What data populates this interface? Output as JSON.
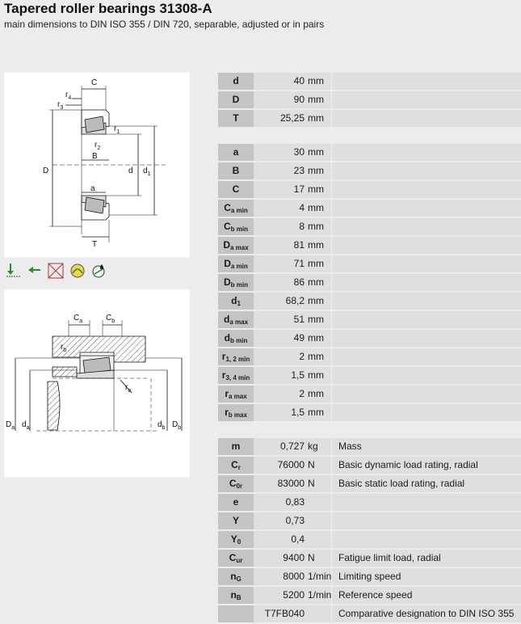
{
  "header": {
    "title": "Tapered roller bearings 31308-A",
    "subtitle": "main dimensions to DIN ISO 355 / DIN 720, separable, adjusted or in pairs"
  },
  "figure1": {
    "labels": {
      "C": "C",
      "r4": "r",
      "r4s": "4",
      "r3": "r",
      "r3s": "3",
      "r1": "r",
      "r1s": "1",
      "r2": "r",
      "r2s": "2",
      "B": "B",
      "D": "D",
      "d": "d",
      "d1": "d",
      "d1s": "1",
      "a": "a",
      "T": "T"
    }
  },
  "figure2": {
    "labels": {
      "Ca": "C",
      "Cas": "a",
      "Cb": "C",
      "Cbs": "b",
      "rb": "r",
      "rbs": "b",
      "ra": "r",
      "ras": "a",
      "Da": "D",
      "Das": "a",
      "da": "d",
      "das": "a",
      "db": "d",
      "dbs": "b",
      "Db": "D",
      "Dbs": "b"
    }
  },
  "icons": [
    "radial-load-icon",
    "axial-load-icon",
    "no-seal-icon",
    "oil-lubrication-icon",
    "grease-lubrication-icon"
  ],
  "group1": [
    {
      "sym": "d",
      "sub": "",
      "value": "40",
      "unit": "mm",
      "desc": ""
    },
    {
      "sym": "D",
      "sub": "",
      "value": "90",
      "unit": "mm",
      "desc": ""
    },
    {
      "sym": "T",
      "sub": "",
      "value": "25,25",
      "unit": "mm",
      "desc": ""
    }
  ],
  "group2": [
    {
      "sym": "a",
      "sub": "",
      "value": "30",
      "unit": "mm",
      "desc": ""
    },
    {
      "sym": "B",
      "sub": "",
      "value": "23",
      "unit": "mm",
      "desc": ""
    },
    {
      "sym": "C",
      "sub": "",
      "value": "17",
      "unit": "mm",
      "desc": ""
    },
    {
      "sym": "C",
      "sub": "a min",
      "value": "4",
      "unit": "mm",
      "desc": ""
    },
    {
      "sym": "C",
      "sub": "b min",
      "value": "8",
      "unit": "mm",
      "desc": ""
    },
    {
      "sym": "D",
      "sub": "a max",
      "value": "81",
      "unit": "mm",
      "desc": ""
    },
    {
      "sym": "D",
      "sub": "a min",
      "value": "71",
      "unit": "mm",
      "desc": ""
    },
    {
      "sym": "D",
      "sub": "b min",
      "value": "86",
      "unit": "mm",
      "desc": ""
    },
    {
      "sym": "d",
      "sub": "1",
      "value": "68,2",
      "unit": "mm",
      "desc": ""
    },
    {
      "sym": "d",
      "sub": "a max",
      "value": "51",
      "unit": "mm",
      "desc": ""
    },
    {
      "sym": "d",
      "sub": "b min",
      "value": "49",
      "unit": "mm",
      "desc": ""
    },
    {
      "sym": "r",
      "sub": "1, 2 min",
      "value": "2",
      "unit": "mm",
      "desc": ""
    },
    {
      "sym": "r",
      "sub": "3, 4 min",
      "value": "1,5",
      "unit": "mm",
      "desc": ""
    },
    {
      "sym": "r",
      "sub": "a max",
      "value": "2",
      "unit": "mm",
      "desc": ""
    },
    {
      "sym": "r",
      "sub": "b max",
      "value": "1,5",
      "unit": "mm",
      "desc": ""
    }
  ],
  "group3": [
    {
      "sym": "m",
      "sub": "",
      "value": "0,727",
      "unit": "kg",
      "desc": "Mass"
    },
    {
      "sym": "C",
      "sub": "r",
      "value": "76000",
      "unit": "N",
      "desc": "Basic dynamic load rating, radial"
    },
    {
      "sym": "C",
      "sub": "0r",
      "value": "83000",
      "unit": "N",
      "desc": "Basic static load rating, radial"
    },
    {
      "sym": "e",
      "sub": "",
      "value": "0,83",
      "unit": "",
      "desc": ""
    },
    {
      "sym": "Y",
      "sub": "",
      "value": "0,73",
      "unit": "",
      "desc": ""
    },
    {
      "sym": "Y",
      "sub": "0",
      "value": "0,4",
      "unit": "",
      "desc": ""
    },
    {
      "sym": "C",
      "sub": "ur",
      "value": "9400",
      "unit": "N",
      "desc": "Fatigue limit load, radial"
    },
    {
      "sym": "n",
      "sub": "G",
      "value": "8000",
      "unit": "1/min",
      "desc": "Limiting speed"
    },
    {
      "sym": "n",
      "sub": "B",
      "value": "5200",
      "unit": "1/min",
      "desc": "Reference speed"
    },
    {
      "sym": "",
      "sub": "",
      "value": "T7FB040",
      "unit": "",
      "desc": "Comparative designation to DIN ISO 355"
    }
  ]
}
